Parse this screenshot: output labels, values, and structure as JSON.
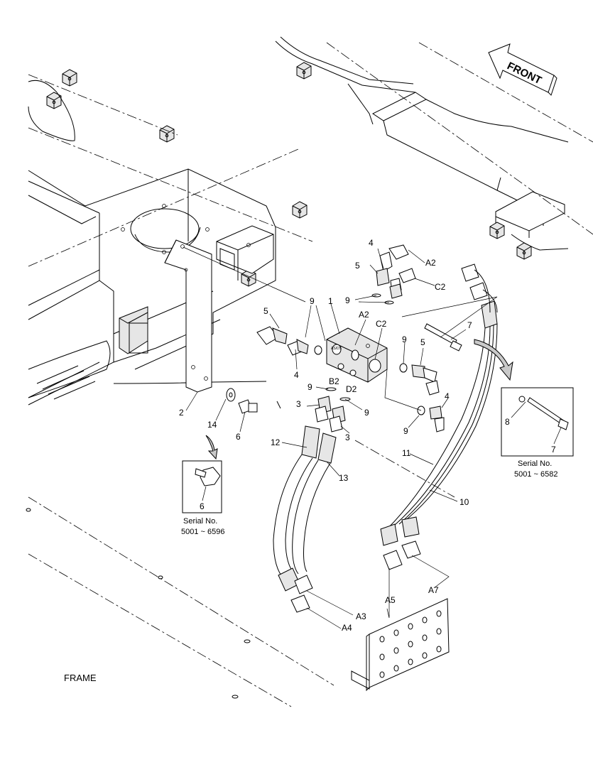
{
  "diagram": {
    "front_label": "FRONT",
    "frame_label": "FRAME",
    "part_labels": {
      "p1": "1",
      "p2": "2",
      "p3a": "3",
      "p3b": "3",
      "p4a": "4",
      "p4b": "4",
      "p4c": "4",
      "p5a": "5",
      "p5b": "5",
      "p5c": "5",
      "p6": "6",
      "p6d": "6",
      "p7": "7",
      "p7d": "7",
      "p8": "8",
      "p9a": "9",
      "p9b": "9",
      "p9c": "9",
      "p9d": "9",
      "p9e": "9",
      "p10": "10",
      "p11": "11",
      "p12": "12",
      "p13": "13",
      "p14": "14"
    },
    "port_labels": {
      "a2_top": "A2",
      "c2_top": "C2",
      "a2_block": "A2",
      "c2_block": "C2",
      "b2": "B2",
      "d2": "D2",
      "a3": "A3",
      "a4": "A4",
      "a5": "A5",
      "a7": "A7"
    },
    "details": [
      {
        "line1": "Serial No.",
        "line2": "5001 ~ 6596"
      },
      {
        "line1": "Serial No.",
        "line2": "5001 ~ 6582"
      }
    ]
  }
}
